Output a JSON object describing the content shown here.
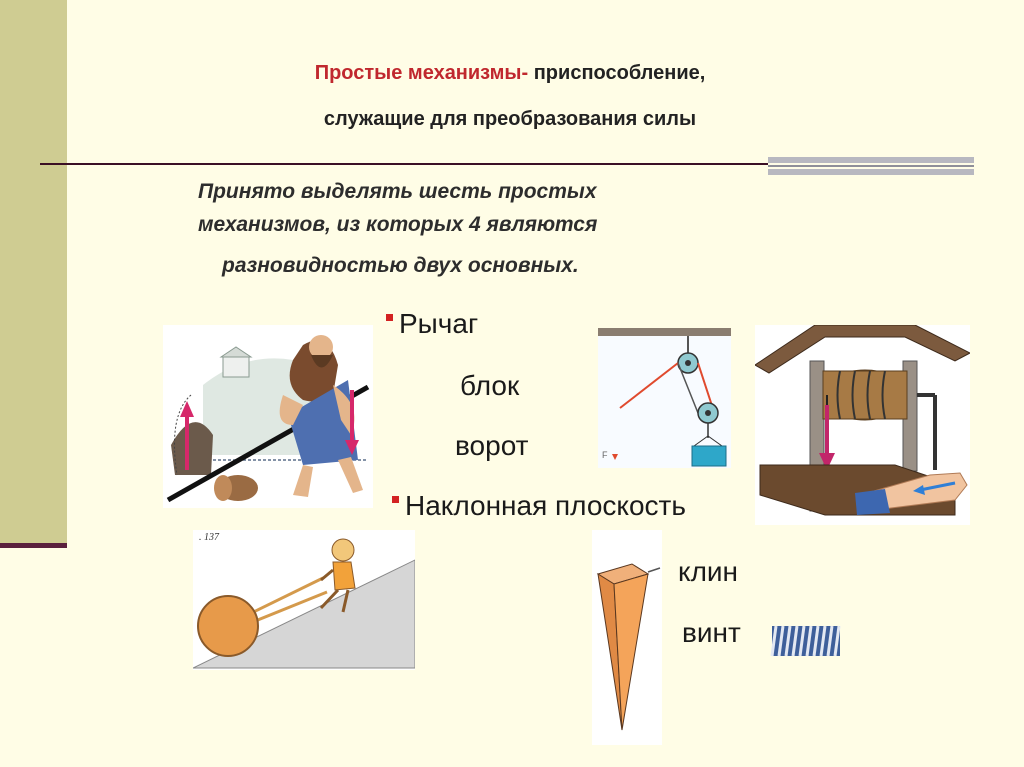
{
  "title": {
    "line1_highlight": "Простые механизмы-",
    "line1_rest": " приспособление,",
    "line2": "служащие для преобразования силы"
  },
  "intro": {
    "line1": "Принято выделять шесть простых",
    "line2": "механизмов, из которых 4 являются",
    "line3": "разновидностью двух основных."
  },
  "items": {
    "lever": "Рычаг",
    "pulley": "блок",
    "winch": "ворот",
    "incline": "Наклонная плоскость",
    "wedge": "клин",
    "screw": "винт"
  },
  "figure_number": ". 137",
  "colors": {
    "title_highlight": "#c0282e",
    "bullet": "#d32222",
    "left_band": "#cfcc92",
    "background": "#fffde6"
  }
}
